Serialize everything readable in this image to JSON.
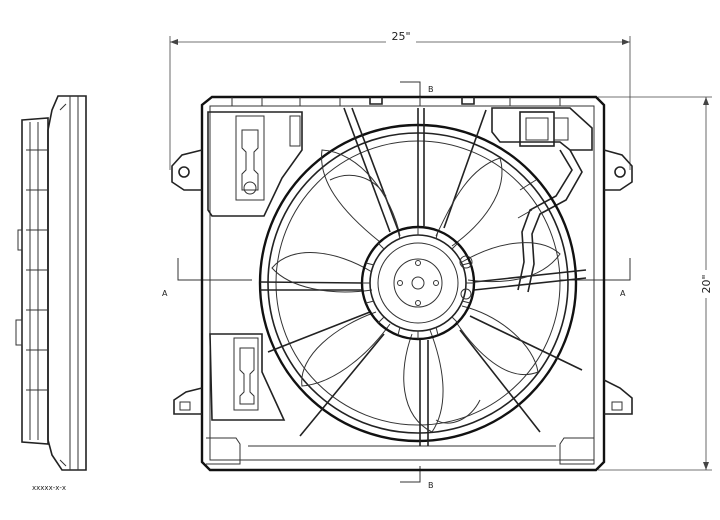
{
  "dimensions": {
    "width_label": "25\"",
    "height_label": "20\""
  },
  "section_markers": {
    "a_left": "A",
    "a_right": "A",
    "b_top": "B",
    "b_bottom": "B"
  },
  "footer_note": "xxxxx-x-x"
}
